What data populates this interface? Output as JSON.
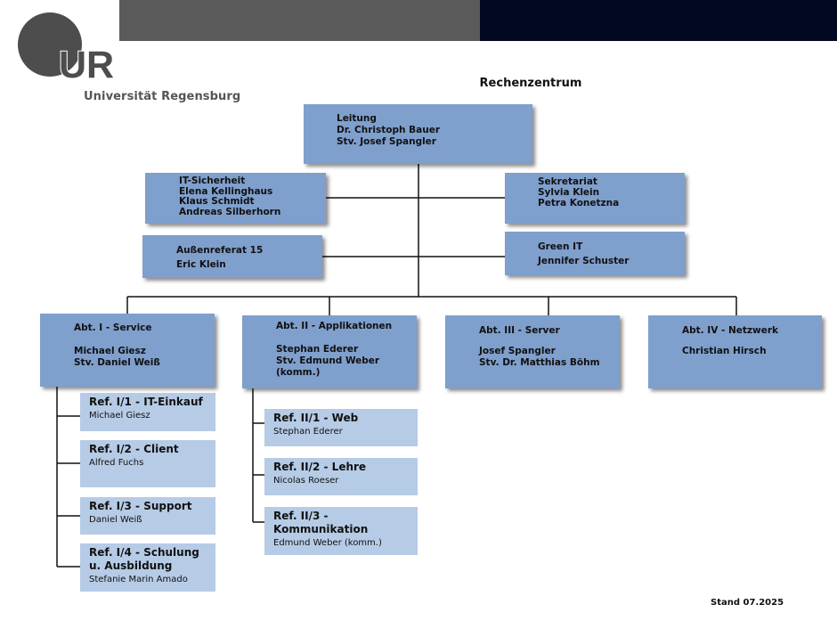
{
  "header": {
    "logo_text": "UR",
    "university": "Universität Regensburg"
  },
  "title": "Rechenzentrum",
  "leitung": {
    "lines": [
      "Leitung",
      "Dr. Christoph Bauer",
      "Stv. Josef Spangler"
    ]
  },
  "it_sicherheit": {
    "lines": [
      "IT-Sicherheit",
      "Elena Kellinghaus",
      "Klaus Schmidt",
      "Andreas Silberhorn"
    ]
  },
  "sekretariat": {
    "lines": [
      "Sekretariat",
      "Sylvia Klein",
      "Petra Konetzna"
    ]
  },
  "aussenreferat": {
    "lines": [
      "Außenreferat 15",
      "Eric Klein"
    ]
  },
  "green_it": {
    "lines": [
      "Green IT",
      "Jennifer Schuster"
    ]
  },
  "departments": [
    {
      "title": "Abt. I - Service",
      "people": [
        "Michael Giesz",
        "Stv. Daniel Weiß"
      ]
    },
    {
      "title": "Abt. II - Applikationen",
      "people": [
        "Stephan Ederer",
        "Stv. Edmund Weber",
        "(komm.)"
      ]
    },
    {
      "title": "Abt. III - Server",
      "people": [
        "Josef Spangler",
        "Stv. Dr. Matthias Böhm"
      ]
    },
    {
      "title": "Abt. IV - Netzwerk",
      "people": [
        "Christian Hirsch"
      ]
    }
  ],
  "refs_abt1": [
    {
      "title": [
        "Ref. I/1 - IT-Einkauf"
      ],
      "name": "Michael Giesz"
    },
    {
      "title": [
        "Ref. I/2 - Client"
      ],
      "name": "Alfred Fuchs"
    },
    {
      "title": [
        "Ref. I/3 - Support"
      ],
      "name": "Daniel Weiß"
    },
    {
      "title": [
        "Ref. I/4 - Schulung",
        "u. Ausbildung"
      ],
      "name": "Stefanie Marin Amado"
    }
  ],
  "refs_abt2": [
    {
      "title": [
        "Ref. II/1 - Web"
      ],
      "name": "Stephan Ederer"
    },
    {
      "title": [
        "Ref. II/2 - Lehre"
      ],
      "name": "Nicolas Roeser"
    },
    {
      "title": [
        "Ref. II/3 -",
        "Kommunikation"
      ],
      "name": "Edmund Weber (komm.)"
    }
  ],
  "footer": {
    "stand": "Stand 07.2025"
  },
  "colors": {
    "box": "#7f9fcd",
    "ref": "#b6cbe6",
    "header_grey": "#5a5a5a",
    "header_dark": "#030822",
    "logo": "#4d4d4d"
  }
}
